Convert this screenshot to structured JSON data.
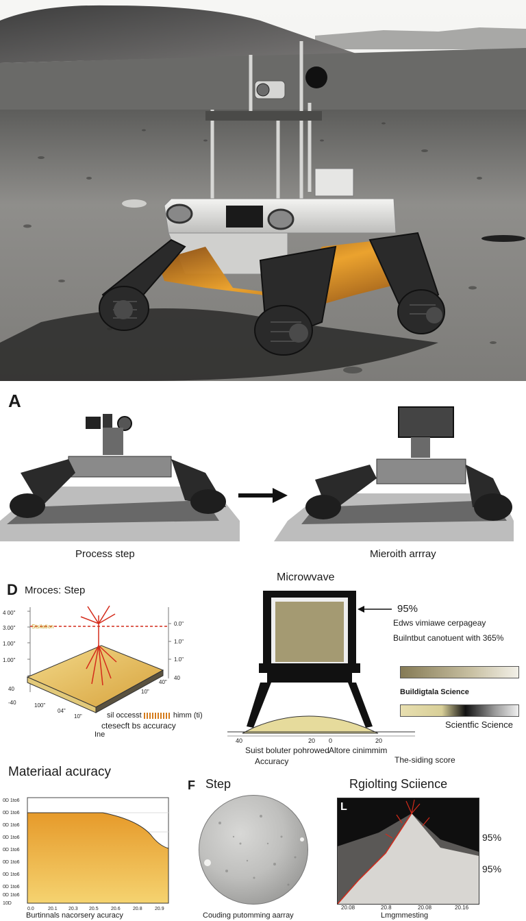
{
  "hero": {
    "scene": "lunar-rover-on-regolith"
  },
  "panel_a": {
    "letter": "A",
    "left_caption": "Process stеp",
    "right_caption": "Mieroith arrray"
  },
  "panel_d": {
    "letter": "D",
    "title": "Mroces: Step",
    "y_left_ticks": [
      "4 00\"",
      "3.00\"",
      "1.00\"",
      "1.00\"",
      "40",
      "-40"
    ],
    "y_right_ticks": [
      "0.0\"",
      "1.0\"",
      "1.0\"",
      "40"
    ],
    "x_ticks": [
      "100\"",
      "04\"",
      "10\"",
      "10\"",
      "40\""
    ],
    "marker_label": "Stsilation",
    "note_line1": "sil occesst",
    "note_unit": "himm (ti)",
    "note_line2": "ctesecft bs accuracy",
    "note_line3": "Ine"
  },
  "panel_micro": {
    "title": "Microwvave",
    "pct": "95%",
    "desc1": "Edws vimiawe cerpageay",
    "desc2": "Builntbut canotuent with  365%",
    "bar1_label": "Buildigtala Science",
    "bar2_label": "Scientfic Science",
    "axis_ticks": [
      "40",
      "20",
      "0",
      "20"
    ],
    "bottom_left_1": "Suist boluter pohrowed",
    "bottom_left_2": "Accuracy",
    "bottom_mid": "Altore cinimmim",
    "bottom_right": "The-siding score"
  },
  "panel_material": {
    "title": "Materiaal acuracy",
    "y_ticks": [
      "0D 1to6",
      "0D 1to6",
      "0D 1to6",
      "0D 1to6",
      "0D 1to6",
      "0D 1to6",
      "0D 1to6",
      "0D 1to6",
      "0D 1to6",
      "10D"
    ],
    "x_ticks": [
      "0.0",
      "20.1",
      "20.3",
      "20.5",
      "20.6",
      "20.8",
      "20.9"
    ],
    "x_label": "Burtinnals nacorsery acuracy"
  },
  "panel_f": {
    "letter": "F",
    "title": "Step",
    "caption": "Couding putomming aarray"
  },
  "panel_regolith": {
    "title": "Rgiolting Sciience",
    "corner_letter": "L",
    "pct1": "95%",
    "pct2": "95%",
    "x_ticks": [
      "20.08",
      "20.8",
      "20.08",
      "20.16"
    ],
    "x_label": "Lmgmmesting"
  },
  "colors": {
    "lunar_gray": "#8a8a88",
    "sky": "#f1f1ef",
    "gold": "#d8a22a",
    "red": "#d42a1a",
    "olive": "#9a8f6a"
  }
}
